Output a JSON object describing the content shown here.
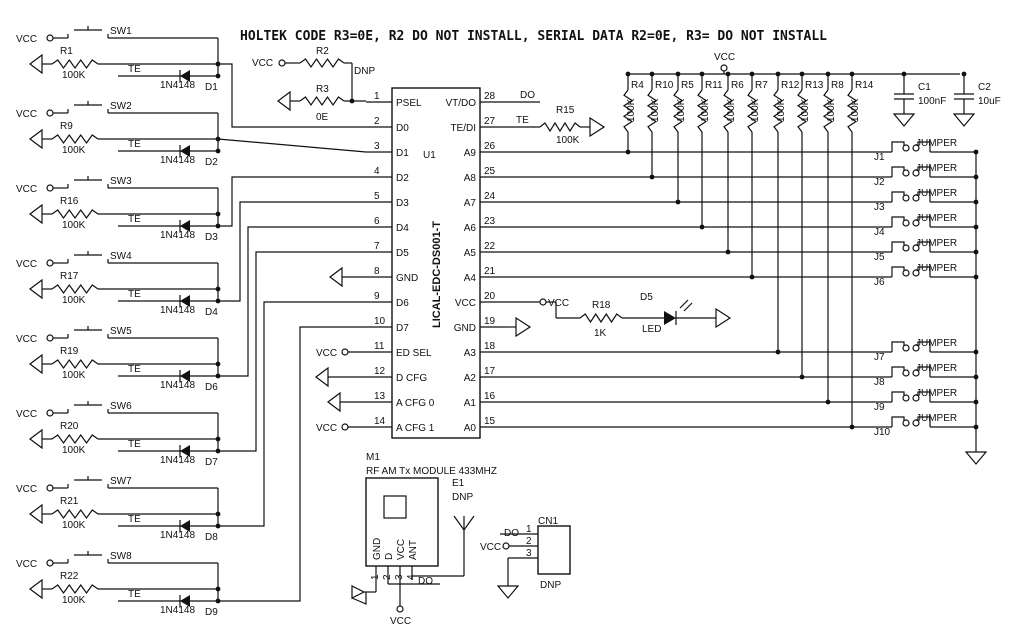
{
  "title": "HOLTEK CODE R3=0E, R2 DO NOT INSTALL, SERIAL DATA R2=0E, R3= DO NOT INSTALL",
  "power": {
    "vcc": "VCC"
  },
  "switch_rows": [
    {
      "sw": "SW1",
      "r": "R1",
      "rv": "100K",
      "d": "D1",
      "dv": "1N4148",
      "te": "TE"
    },
    {
      "sw": "SW2",
      "r": "R9",
      "rv": "100K",
      "d": "D2",
      "dv": "1N4148",
      "te": "TE"
    },
    {
      "sw": "SW3",
      "r": "R16",
      "rv": "100K",
      "d": "D3",
      "dv": "1N4148",
      "te": "TE"
    },
    {
      "sw": "SW4",
      "r": "R17",
      "rv": "100K",
      "d": "D4",
      "dv": "1N4148",
      "te": "TE"
    },
    {
      "sw": "SW5",
      "r": "R19",
      "rv": "100K",
      "d": "D6",
      "dv": "1N4148",
      "te": "TE"
    },
    {
      "sw": "SW6",
      "r": "R20",
      "rv": "100K",
      "d": "D7",
      "dv": "1N4148",
      "te": "TE"
    },
    {
      "sw": "SW7",
      "r": "R21",
      "rv": "100K",
      "d": "D8",
      "dv": "1N4148",
      "te": "TE"
    },
    {
      "sw": "SW8",
      "r": "R22",
      "rv": "100K",
      "d": "D9",
      "dv": "1N4148",
      "te": "TE"
    }
  ],
  "psel": {
    "r2": "R2",
    "r2_note": "DNP",
    "r3": "R3",
    "r3_value": "0E"
  },
  "u1": {
    "ref": "U1",
    "part": "LICAL-EDC-DS001-T",
    "left_pins": [
      {
        "num": "1",
        "name": "PSEL"
      },
      {
        "num": "2",
        "name": "D0"
      },
      {
        "num": "3",
        "name": "D1"
      },
      {
        "num": "4",
        "name": "D2"
      },
      {
        "num": "5",
        "name": "D3"
      },
      {
        "num": "6",
        "name": "D4"
      },
      {
        "num": "7",
        "name": "D5"
      },
      {
        "num": "8",
        "name": "GND"
      },
      {
        "num": "9",
        "name": "D6"
      },
      {
        "num": "10",
        "name": "D7"
      },
      {
        "num": "11",
        "name": "ED SEL"
      },
      {
        "num": "12",
        "name": "D CFG"
      },
      {
        "num": "13",
        "name": "A CFG 0"
      },
      {
        "num": "14",
        "name": "A CFG 1"
      }
    ],
    "right_pins": [
      {
        "num": "28",
        "name": "VT/DO"
      },
      {
        "num": "27",
        "name": "TE/DI"
      },
      {
        "num": "26",
        "name": "A9"
      },
      {
        "num": "25",
        "name": "A8"
      },
      {
        "num": "24",
        "name": "A7"
      },
      {
        "num": "23",
        "name": "A6"
      },
      {
        "num": "22",
        "name": "A5"
      },
      {
        "num": "21",
        "name": "A4"
      },
      {
        "num": "20",
        "name": "VCC"
      },
      {
        "num": "19",
        "name": "GND"
      },
      {
        "num": "18",
        "name": "A3"
      },
      {
        "num": "17",
        "name": "A2"
      },
      {
        "num": "16",
        "name": "A1"
      },
      {
        "num": "15",
        "name": "A0"
      }
    ]
  },
  "nets": {
    "do": "DO",
    "te": "TE"
  },
  "r15": {
    "ref": "R15",
    "value": "100K"
  },
  "led": {
    "r_ref": "R18",
    "r_value": "1K",
    "d_ref": "D5",
    "d_value": "LED"
  },
  "pullups": [
    {
      "ref": "R4",
      "value": "100K"
    },
    {
      "ref": "R10",
      "value": "100K"
    },
    {
      "ref": "R5",
      "value": "100K"
    },
    {
      "ref": "R11",
      "value": "100K"
    },
    {
      "ref": "R6",
      "value": "100K"
    },
    {
      "ref": "R7",
      "value": "100K"
    },
    {
      "ref": "R12",
      "value": "100K"
    },
    {
      "ref": "R13",
      "value": "100K"
    },
    {
      "ref": "R8",
      "value": "100K"
    },
    {
      "ref": "R14",
      "value": "100K"
    }
  ],
  "caps": [
    {
      "ref": "C1",
      "value": "100nF"
    },
    {
      "ref": "C2",
      "value": "10uF"
    }
  ],
  "jumpers": [
    {
      "ref": "J1",
      "label": "JUMPER"
    },
    {
      "ref": "J2",
      "label": "JUMPER"
    },
    {
      "ref": "J3",
      "label": "JUMPER"
    },
    {
      "ref": "J4",
      "label": "JUMPER"
    },
    {
      "ref": "J5",
      "label": "JUMPER"
    },
    {
      "ref": "J6",
      "label": "JUMPER"
    },
    {
      "ref": "J7",
      "label": "JUMPER"
    },
    {
      "ref": "J8",
      "label": "JUMPER"
    },
    {
      "ref": "J9",
      "label": "JUMPER"
    },
    {
      "ref": "J10",
      "label": "JUMPER"
    }
  ],
  "m1": {
    "ref": "M1",
    "desc": "RF AM Tx MODULE 433MHZ",
    "pins": [
      "GND",
      "D",
      "VCC",
      "ANT"
    ],
    "pin_nums": [
      "1",
      "2",
      "3",
      "4"
    ]
  },
  "e1": {
    "ref": "E1",
    "note": "DNP"
  },
  "cn1": {
    "ref": "CN1",
    "note": "DNP",
    "pins": [
      "1",
      "2",
      "3"
    ]
  }
}
